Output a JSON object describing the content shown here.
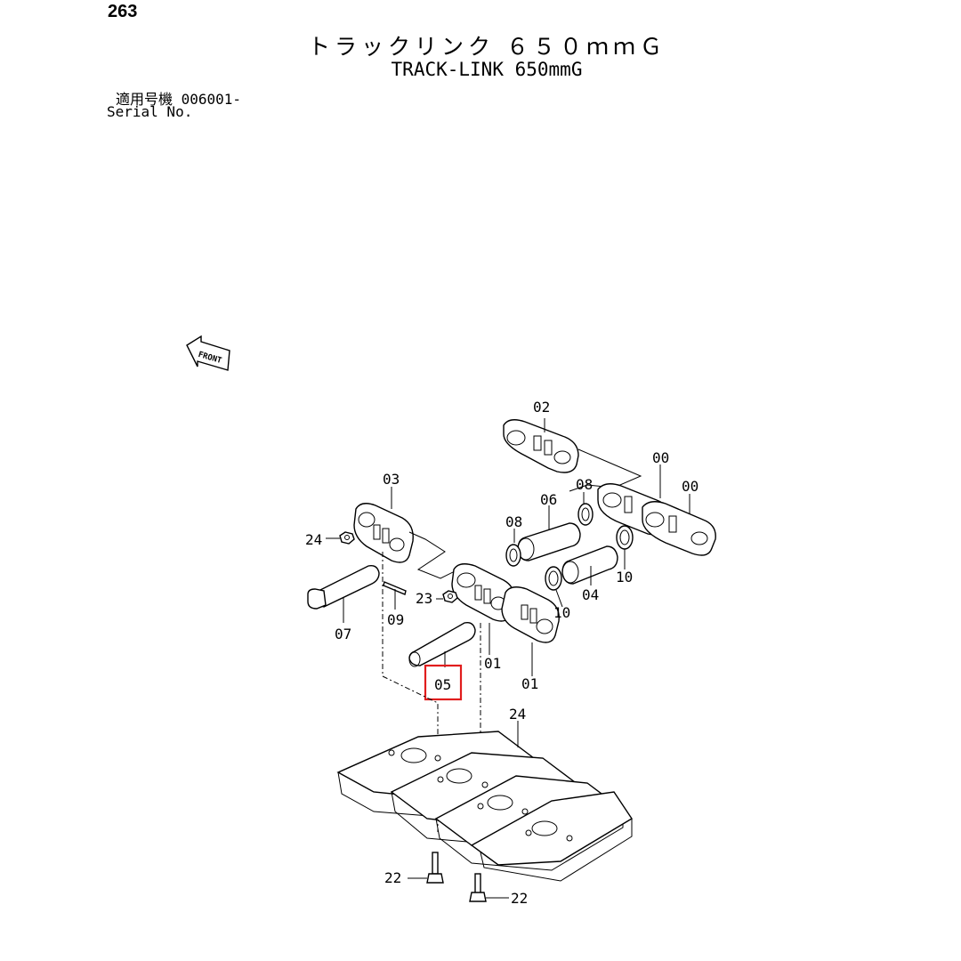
{
  "page_number": "263",
  "title_jp": "トラックリンク ６５０ｍｍＧ",
  "title_en": "TRACK-LINK 650mmG",
  "serial_jp": "適用号機 006001-",
  "serial_en": "Serial No.",
  "front_label": "FRONT",
  "callouts": {
    "c02": "02",
    "c00a": "00",
    "c00b": "00",
    "c03": "03",
    "c08a": "08",
    "c06": "06",
    "c08b": "08",
    "c24a": "24",
    "c23": "23",
    "c09": "09",
    "c07": "07",
    "c04": "04",
    "c10a": "10",
    "c10b": "10",
    "c01a": "01",
    "c01b": "01",
    "c05": "05",
    "c24b": "24",
    "c22a": "22",
    "c22b": "22"
  },
  "highlight_color": "#e11d1d"
}
